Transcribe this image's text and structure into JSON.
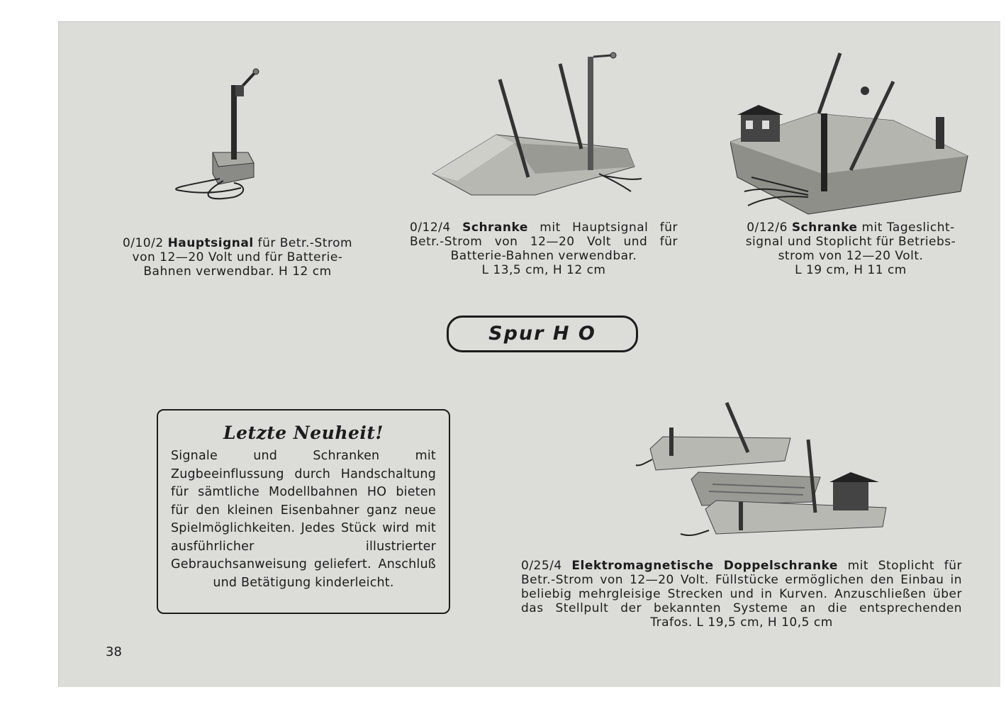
{
  "products": [
    {
      "number": "0/10/2",
      "name": "Hauptsignal",
      "description": "für Betr.-Strom von 12—20 Volt und für Batterie-Bahnen verwendbar. H 12 cm"
    },
    {
      "number": "0/12/4",
      "name": "Schranke",
      "description": "mit Hauptsignal für Betr.-Strom von 12—20 Volt und für Batterie-Bahnen verwendbar.",
      "dimensions": "L 13,5 cm, H 12 cm"
    },
    {
      "number": "0/12/6",
      "name": "Schranke",
      "description": "mit Tageslicht-signal und Stoplicht für Betriebs-strom von 12—20 Volt.",
      "dimensions": "L 19 cm, H 11 cm"
    },
    {
      "number": "0/25/4",
      "name": "Elektromagnetische Doppelschranke",
      "description": "mit Stoplicht für Betr.-Strom von 12—20 Volt. Füllstücke ermöglichen den Einbau in beliebig mehrgleisige Strecken und in Kurven. Anzuschließen über das Stellpult der bekannten Systeme an die entsprechenden",
      "dimensions": "Trafos. L 19,5 cm, H 10,5 cm"
    }
  ],
  "section_label": "Spur H O",
  "news_box": {
    "title": "Letzte Neuheit!",
    "text": "Signale und Schranken mit Zugbeeinflussung durch Handschaltung für sämtliche Modellbahnen HO bieten für den kleinen Eisenbahner ganz neue Spielmöglichkeiten. Jedes Stück wird mit ausführlicher illustrierter Gebrauchsanweisung geliefert. Anschluß und Betätigung kinderleicht."
  },
  "page_number": "38"
}
